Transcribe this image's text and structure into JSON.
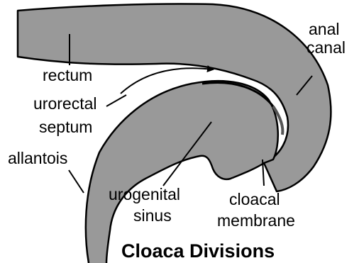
{
  "title": "Cloaca Divisions",
  "labels": {
    "rectum": "rectum",
    "anal_canal_line1": "anal",
    "anal_canal_line2": "canal",
    "urorectal_line1": "urorectal",
    "urorectal_line2": "septum",
    "allantois": "allantois",
    "urogenital_line1": "urogenital",
    "urogenital_line2": "sinus",
    "cloacal_line1": "cloacal",
    "cloacal_line2": "membrane"
  },
  "colors": {
    "tissue_fill": "#999999",
    "outline": "#000000",
    "septum_shade": "#555555",
    "background": "#ffffff"
  }
}
